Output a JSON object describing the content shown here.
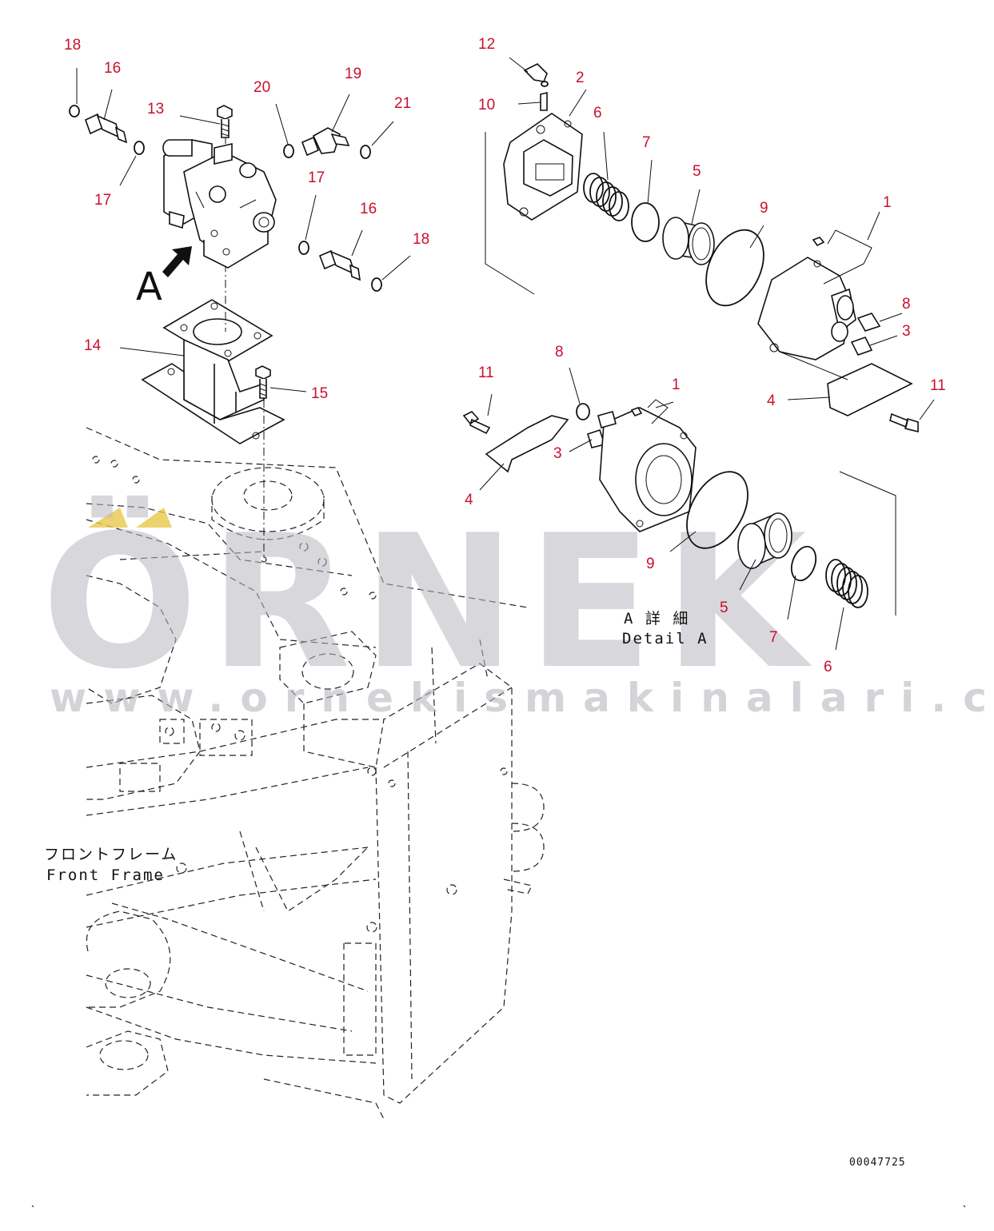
{
  "callouts": {
    "c18a": "18",
    "c16a": "16",
    "c13": "13",
    "c20": "20",
    "c19": "19",
    "c21": "21",
    "c17a": "17",
    "c17b": "17",
    "c16b": "16",
    "c18b": "18",
    "c14": "14",
    "c15": "15",
    "c12": "12",
    "c2": "2",
    "c10": "10",
    "c6a": "6",
    "c7a": "7",
    "c5a": "5",
    "c9a": "9",
    "c1a": "1",
    "c8a": "8",
    "c3a": "3",
    "c11a": "11",
    "c4a": "4",
    "c11b": "11",
    "c8b": "8",
    "c1b": "1",
    "c3b": "3",
    "c4b": "4",
    "c9b": "9",
    "c5b": "5",
    "c7b": "7",
    "c6b": "6"
  },
  "view_marker": "A",
  "detail_label_jp": "A 詳 細",
  "detail_label_en": "Detail A",
  "frame_label_jp": "フロントフレーム",
  "frame_label_en": "Front Frame",
  "drawing_code": "00047725",
  "watermark": {
    "brand": "ÖRNEK",
    "url": "www.ornekismakinalari.com.tr"
  },
  "colors": {
    "callout": "#c8102e",
    "line": "#111111",
    "watermark": "#b9b7bf",
    "accent_arrow": "#e8c84a"
  }
}
